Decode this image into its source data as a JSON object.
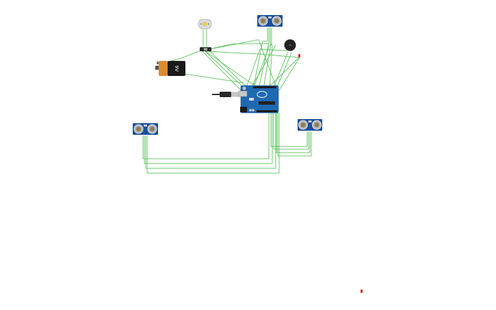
{
  "canvas": {
    "background": "#ffffff"
  },
  "colors": {
    "wire": "#5cc25c",
    "arduino_board": "#1f69b3",
    "sensor_board": "#1a4f9c",
    "battery_orange": "#e08a2e",
    "battery_black": "#1a1a1a",
    "led_red": "#d62020",
    "buzzer": "#222222"
  },
  "components": {
    "battery": {
      "label": "9V",
      "icon": "battery-9v-icon"
    },
    "arduino": {
      "icon": "arduino-uno-board",
      "usb_icon": "usb-cable-icon"
    },
    "ultrasonic_sensors": [
      {
        "id": "top",
        "icon": "ultrasonic-sensor-icon"
      },
      {
        "id": "left",
        "icon": "ultrasonic-sensor-icon"
      },
      {
        "id": "right",
        "icon": "ultrasonic-sensor-icon"
      }
    ],
    "motor": {
      "icon": "dc-motor-icon"
    },
    "slide_switch": {
      "icon": "slide-switch-icon"
    },
    "buzzer": {
      "icon": "piezo-buzzer-icon"
    },
    "leds": [
      {
        "id": "near-buzzer",
        "icon": "red-led-icon"
      },
      {
        "id": "bottom-right",
        "icon": "red-led-icon"
      }
    ]
  }
}
